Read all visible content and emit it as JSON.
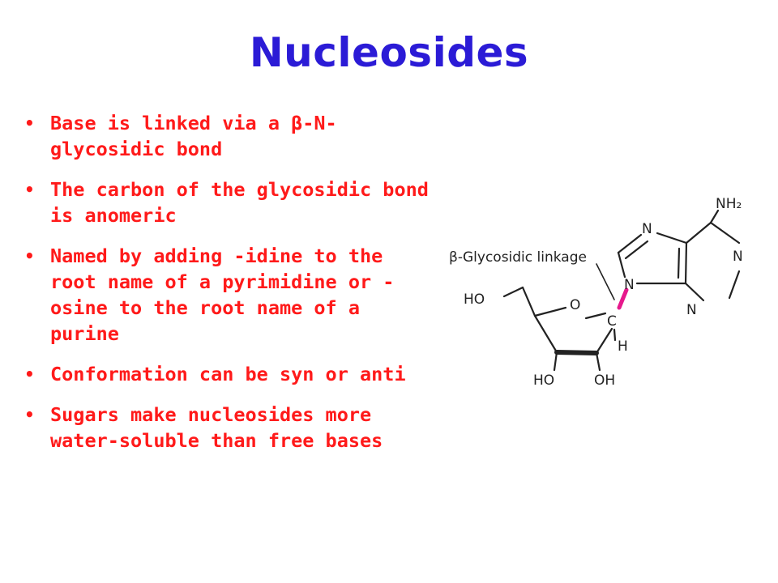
{
  "slide": {
    "title": "Nucleosides",
    "bullet_glyph": "•",
    "bullets": [
      "Base is linked via a β-N-glycosidic bond",
      "The carbon of the glycosidic bond is anomeric",
      "Named by adding -idine to the root name of a pyrimidine or -osine to the root name of a purine",
      "Conformation can be syn or anti",
      "Sugars make nucleosides more water-soluble than free bases"
    ]
  },
  "diagram": {
    "linkage_label": "β-Glycosidic linkage",
    "labels": {
      "nh2": "NH₂",
      "n_top": "N",
      "n_right_upper": "N",
      "n_glyco": "N",
      "n_bottom": "N",
      "ring_o": "O",
      "c_anomeric": "C",
      "h": "H",
      "ho_5prime": "HO",
      "ho_3prime": "HO",
      "oh_2prime": "OH"
    },
    "colors": {
      "bond": "#222222",
      "glycosidic_bond": "#e6198c"
    }
  }
}
